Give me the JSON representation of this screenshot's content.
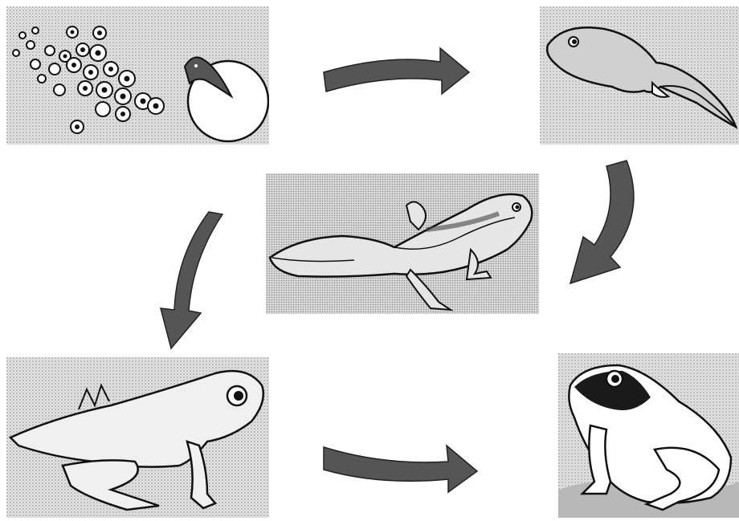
{
  "diagram": {
    "stages": [
      {
        "name": "frog-eggs",
        "icon": "frog-spawn-icon"
      },
      {
        "name": "tadpole",
        "icon": "tadpole-icon"
      },
      {
        "name": "tadpole-with-legs",
        "icon": "tadpole-legs-icon"
      },
      {
        "name": "froglet",
        "icon": "froglet-icon"
      },
      {
        "name": "adult-frog",
        "icon": "adult-frog-icon"
      }
    ],
    "arrow_color": "#555555",
    "panel_texture_color": "#cfcfcf",
    "line_color": "#111111"
  }
}
